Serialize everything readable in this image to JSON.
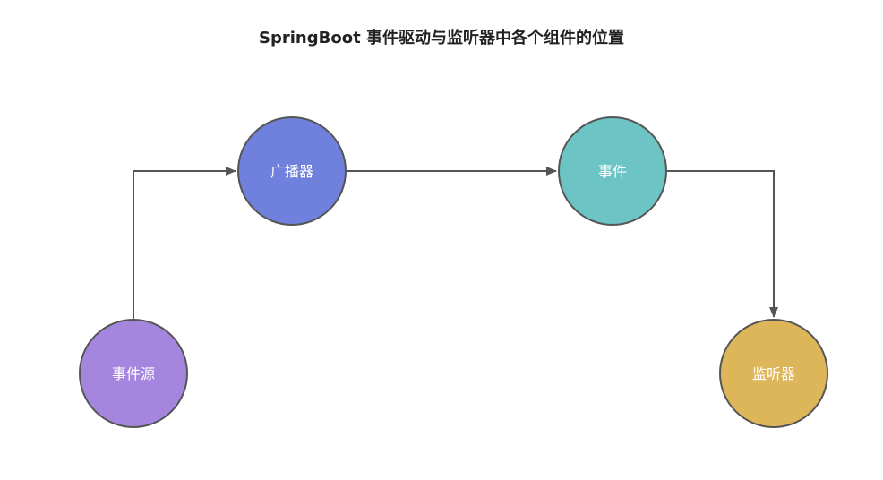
{
  "title": "SpringBoot 事件驱动与监听器中各个组件的位置",
  "nodes": [
    {
      "id": "source",
      "label": "事件源",
      "color": "#a486df"
    },
    {
      "id": "broadcaster",
      "label": "广播器",
      "color": "#6f81dc"
    },
    {
      "id": "event",
      "label": "事件",
      "color": "#6cc4c4"
    },
    {
      "id": "listener",
      "label": "监听器",
      "color": "#deb65a"
    }
  ],
  "edges": [
    {
      "from": "source",
      "to": "broadcaster"
    },
    {
      "from": "broadcaster",
      "to": "event"
    },
    {
      "from": "event",
      "to": "listener"
    }
  ],
  "colors": {
    "stroke": "#555555"
  }
}
